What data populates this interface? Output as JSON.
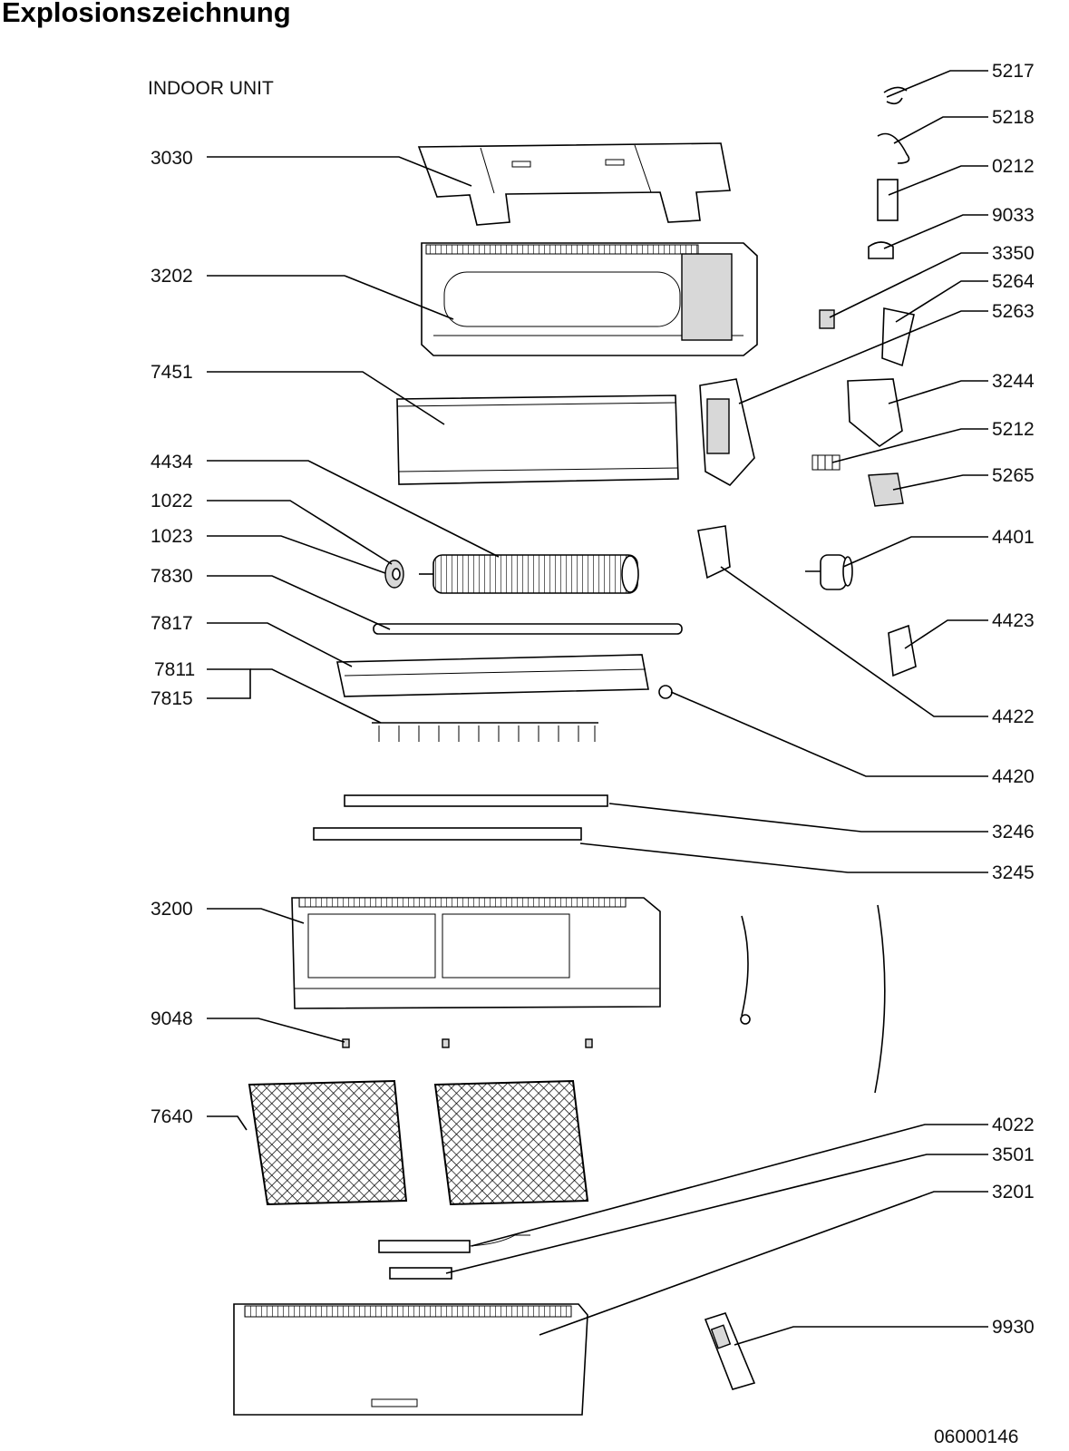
{
  "title": "Explosionszeichnung",
  "subtitle": "INDOOR UNIT",
  "document_number": "06000146",
  "left_labels": [
    "3030",
    "3202",
    "7451",
    "4434",
    "1022",
    "1023",
    "7830",
    "7817",
    "7811",
    "7815",
    "3200",
    "9048",
    "7640"
  ],
  "right_labels": [
    "5217",
    "5218",
    "0212",
    "9033",
    "3350",
    "5264",
    "5263",
    "3244",
    "5212",
    "5265",
    "4401",
    "4423",
    "4422",
    "4420",
    "3246",
    "3245",
    "4022",
    "3501",
    "3201",
    "9930"
  ]
}
